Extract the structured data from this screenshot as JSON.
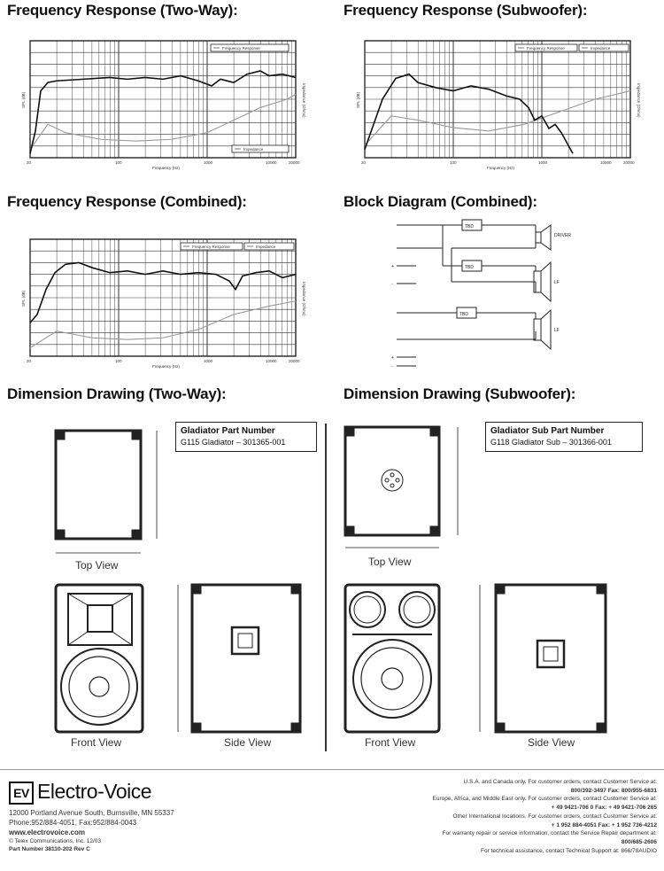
{
  "headings": {
    "fr_two_way": "Frequency Response (Two-Way):",
    "fr_sub": "Frequency Response (Subwoofer):",
    "fr_combined": "Frequency Response (Combined):",
    "block_diagram": "Block Diagram (Combined):",
    "dim_two_way": "Dimension Drawing (Two-Way):",
    "dim_sub": "Dimension Drawing (Subwoofer):"
  },
  "graphs": {
    "legend_fr": "Frequency Response",
    "legend_imp": "Impedance",
    "x_label": "Frequency (Hz)",
    "y_left": "SPL (dB)",
    "y_right": "Impedance (Ohms)",
    "x_ticks": [
      "20",
      "100",
      "1000",
      "10000",
      "20000"
    ]
  },
  "block": {
    "speaker_labels": [
      "DRIVER",
      "LF",
      "LF"
    ],
    "filter_label": "TBD",
    "term_labels": [
      "+",
      "-",
      "+",
      "-"
    ]
  },
  "two_way": {
    "part_title": "Gladiator Part Number",
    "part_value": "G115 Gladiator – 301365-001",
    "top_view": "Top View",
    "front_view": "Front View",
    "side_view": "Side View"
  },
  "sub": {
    "part_title": "Gladiator Sub Part Number",
    "part_value": "G118 Gladiator Sub – 301366-001",
    "top_view": "Top View",
    "front_view": "Front View",
    "side_view": "Side View"
  },
  "footer": {
    "brand": "Electro-Voice",
    "brand_mark": "EV",
    "address": "12000 Portland Avenue South, Burnsville, MN 55337",
    "phone": "Phone:952/884-4051, Fax:952/884-0043",
    "website": "www.electrovoice.com",
    "copyright": "© Telex Communications, Inc. 12/03",
    "part_number": "Part Number 38110-202 Rev C",
    "right_lines": [
      "U.S.A. and Canada only. For customer orders, contact Customer Service at:",
      "800/392-3497  Fax: 800/955-6831",
      "Europe, Africa, and Middle East only. For customer orders, contact Customer Service at:",
      "+ 49 9421-706 0   Fax: + 49 9421-706 265",
      "Other International locations. For customer orders, contact Customer Service at:",
      "+ 1 952 884-4051   Fax: + 1 952 736-4212",
      "For warranty repair or service information, contact the Service Repair department at:",
      "800/685-2606",
      "For technical assistance, contact Technical Support at: 866/78AUDIO"
    ]
  }
}
